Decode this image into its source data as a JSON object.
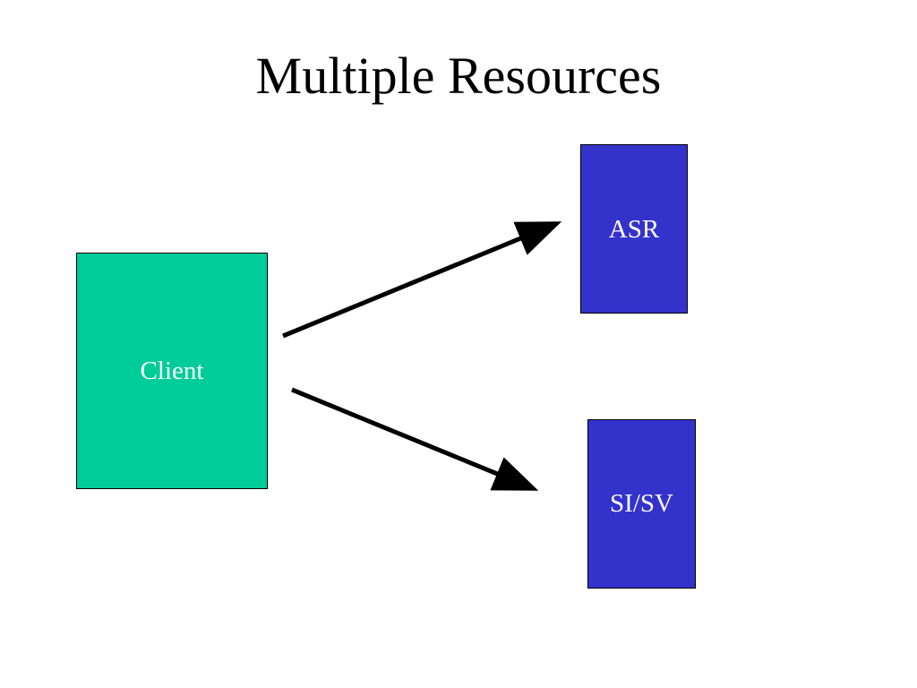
{
  "slide": {
    "title": "Multiple Resources"
  },
  "nodes": {
    "client": {
      "label": "Client",
      "color": "#00CC99"
    },
    "asr": {
      "label": "ASR",
      "color": "#3333CC"
    },
    "sisv": {
      "label": "SI/SV",
      "color": "#3333CC"
    }
  },
  "edges": [
    {
      "from": "client",
      "to": "asr"
    },
    {
      "from": "client",
      "to": "sisv"
    }
  ]
}
